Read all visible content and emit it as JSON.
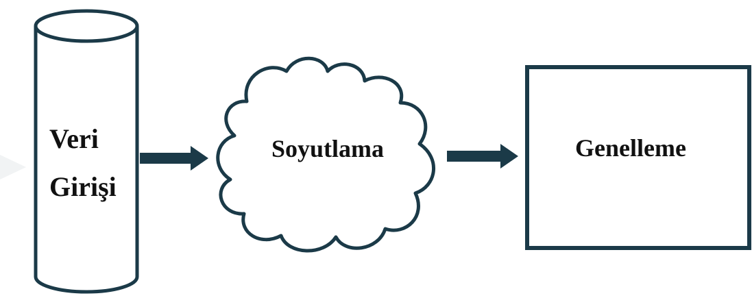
{
  "diagram": {
    "nodes": [
      {
        "id": "veri-girisi",
        "shape": "cylinder",
        "lines": [
          "Veri",
          "Girişi"
        ]
      },
      {
        "id": "soyutlama",
        "shape": "cloud",
        "lines": [
          "Soyutlama"
        ]
      },
      {
        "id": "genelleme",
        "shape": "rectangle",
        "lines": [
          "Genelleme"
        ]
      }
    ],
    "edges": [
      {
        "from": "veri-girisi",
        "to": "soyutlama"
      },
      {
        "from": "soyutlama",
        "to": "genelleme"
      }
    ]
  },
  "colors": {
    "stroke": "#1b3a48",
    "text": "#111111",
    "background": "#ffffff"
  }
}
